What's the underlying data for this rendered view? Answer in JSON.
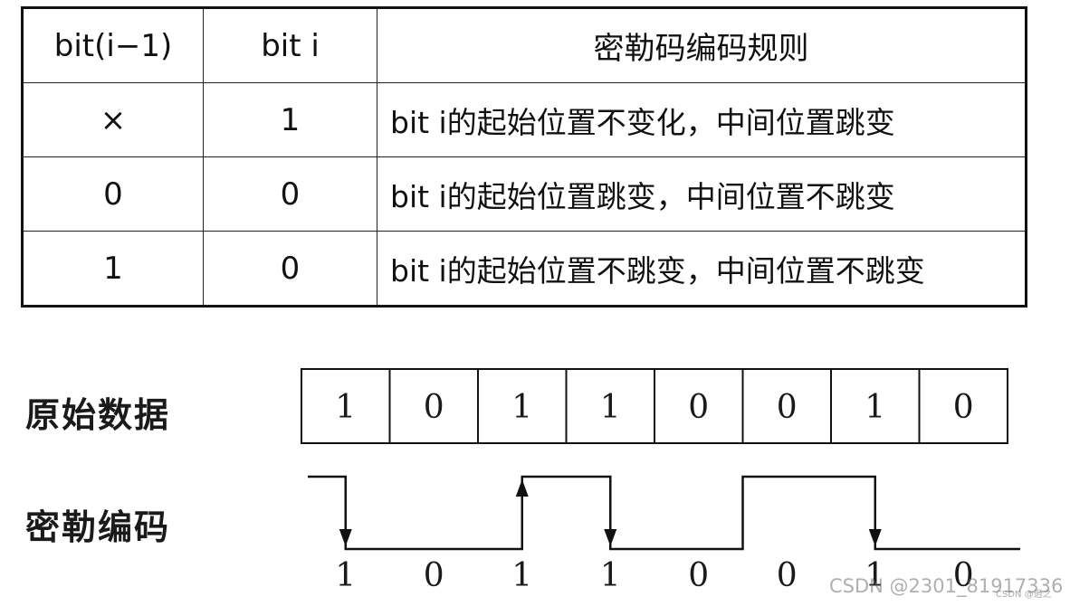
{
  "table": {
    "headers": [
      "bit(i−1)",
      "bit i",
      "密勒码编码规则"
    ],
    "rows": [
      [
        "×",
        "1",
        "bit i的起始位置不变化，中间位置跳变"
      ],
      [
        "0",
        "0",
        "bit i的起始位置跳变，中间位置不跳变"
      ],
      [
        "1",
        "0",
        "bit i的起始位置不跳变，中间位置不跳变"
      ]
    ]
  },
  "diagram": {
    "raw_label": "原始数据",
    "encoded_label": "密勒编码",
    "raw_bits": [
      "1",
      "0",
      "1",
      "1",
      "0",
      "0",
      "1",
      "0"
    ],
    "encoded_bits": [
      "1",
      "0",
      "1",
      "1",
      "0",
      "0",
      "1",
      "0"
    ]
  },
  "watermark": {
    "text": "CSDN @2301_81917336",
    "small_text": "CSDN @逍之"
  }
}
